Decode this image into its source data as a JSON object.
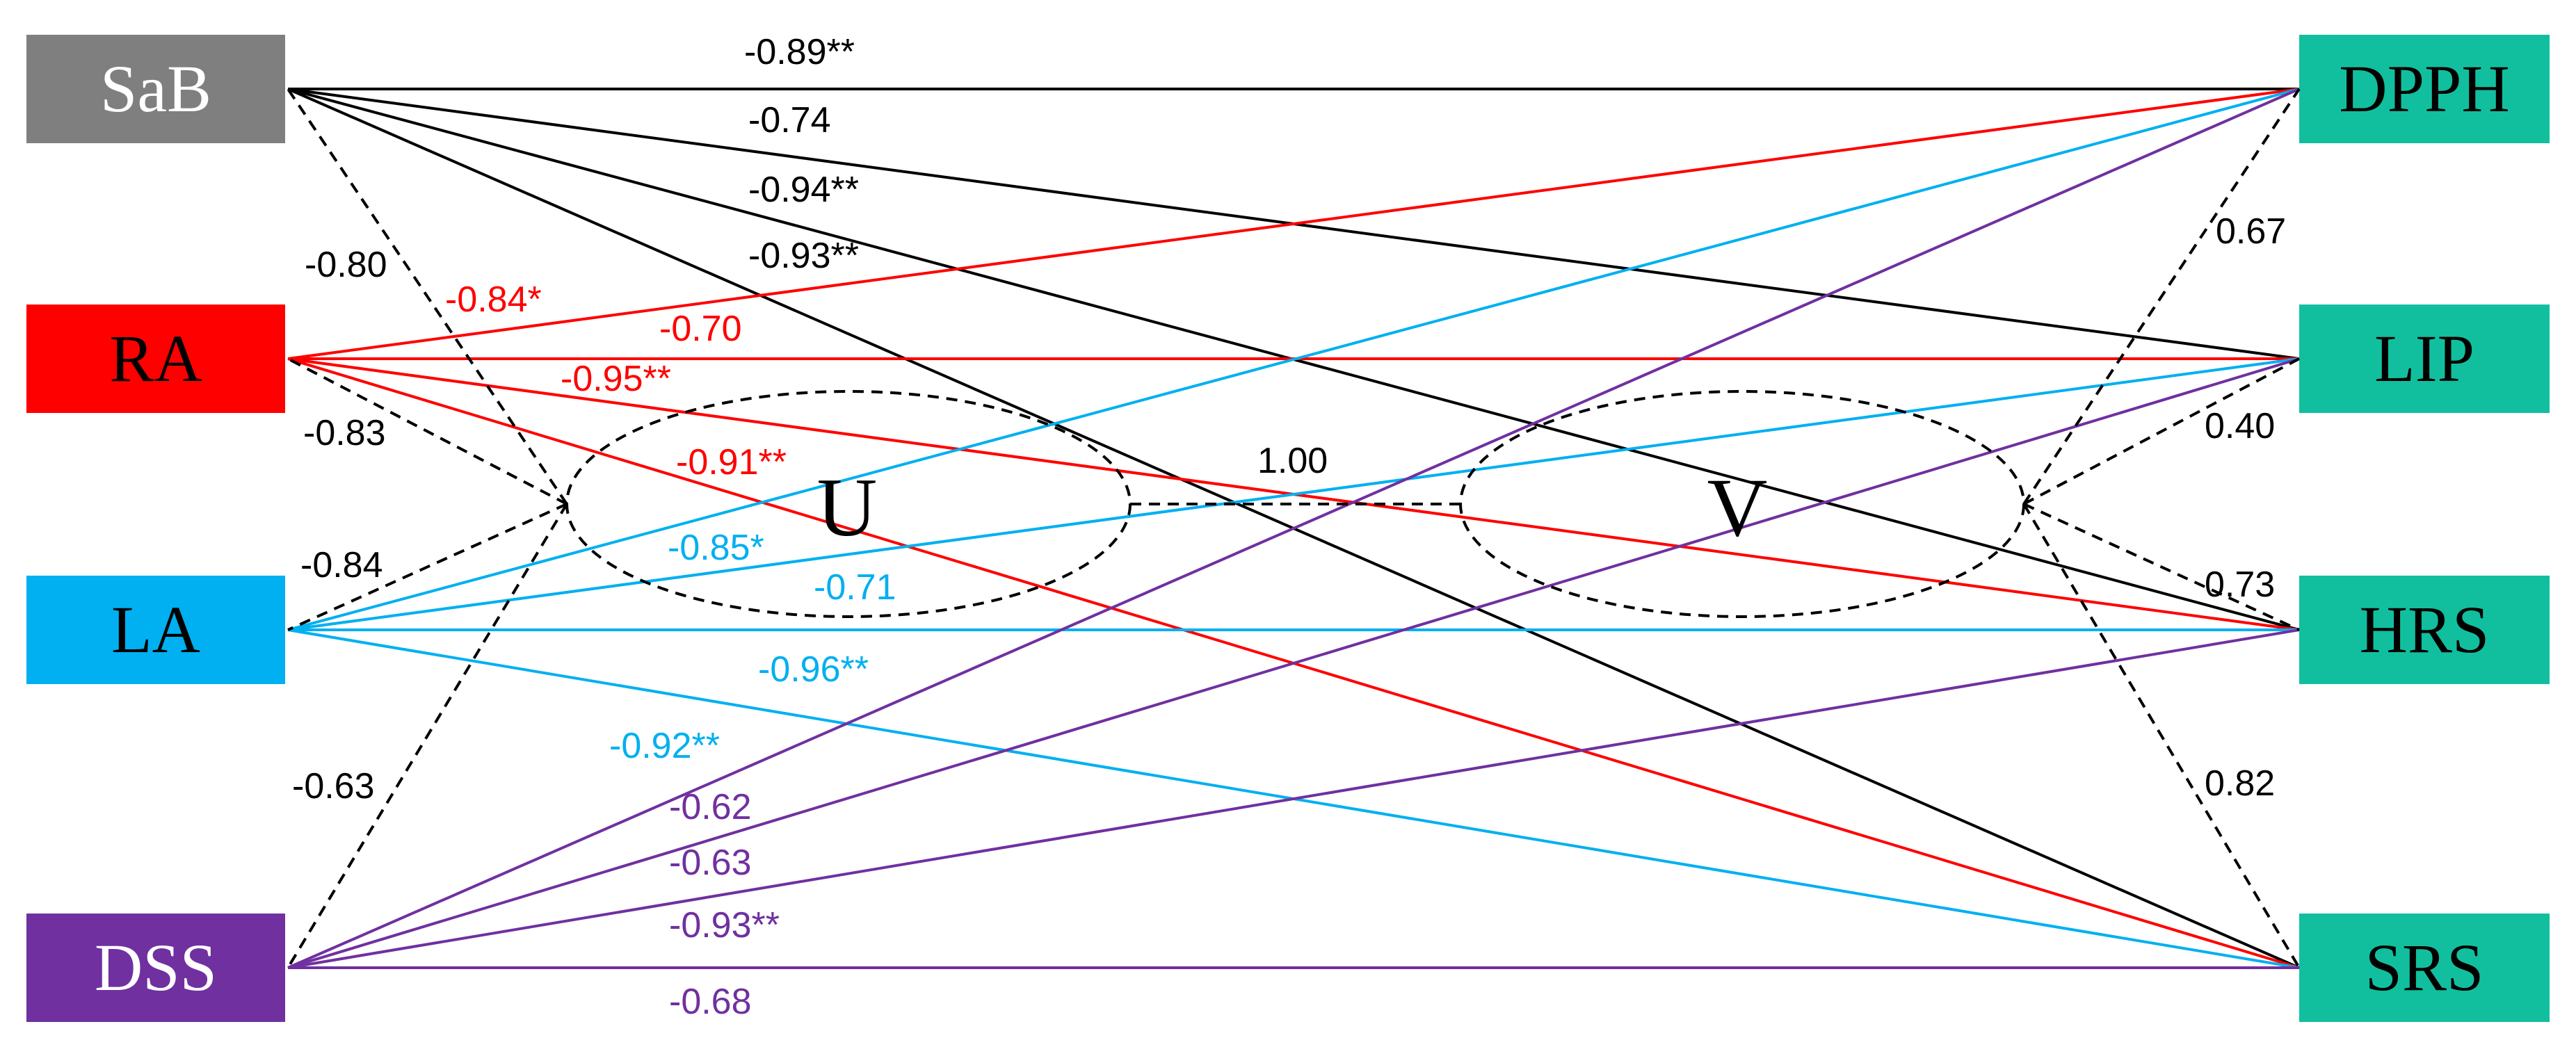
{
  "colors": {
    "sab": "#7f7f7f",
    "ra": "#ff0000",
    "la": "#00b0f0",
    "dss": "#7030a0",
    "right_box": "#11bf9f",
    "black": "#000000",
    "white": "#ffffff"
  },
  "nodes": {
    "left": [
      {
        "key": "SaB",
        "label": "SaB"
      },
      {
        "key": "RA",
        "label": "RA"
      },
      {
        "key": "LA",
        "label": "LA"
      },
      {
        "key": "DSS",
        "label": "DSS"
      }
    ],
    "right": [
      {
        "key": "DPPH",
        "label": "DPPH"
      },
      {
        "key": "LIP",
        "label": "LIP"
      },
      {
        "key": "HRS",
        "label": "HRS"
      },
      {
        "key": "SRS",
        "label": "SRS"
      }
    ]
  },
  "canonical": {
    "u_label": "U",
    "v_label": "V",
    "uv_label": "1.00",
    "u_loadings": {
      "SaB": "-0.80",
      "RA": "-0.83",
      "LA": "-0.84",
      "DSS": "-0.63"
    },
    "v_loadings": {
      "DPPH": "0.67",
      "LIP": "0.40",
      "HRS": "0.73",
      "SRS": "0.82"
    }
  },
  "correlations": {
    "SaB": [
      "-0.89**",
      "-0.74",
      "-0.94**",
      "-0.93**"
    ],
    "RA": [
      "-0.84*",
      "-0.70",
      "-0.95**",
      "-0.91**"
    ],
    "LA": [
      "-0.85*",
      "-0.71",
      "-0.96**",
      "-0.92**"
    ],
    "DSS": [
      "-0.62",
      "-0.63",
      "-0.93**",
      "-0.68"
    ]
  }
}
